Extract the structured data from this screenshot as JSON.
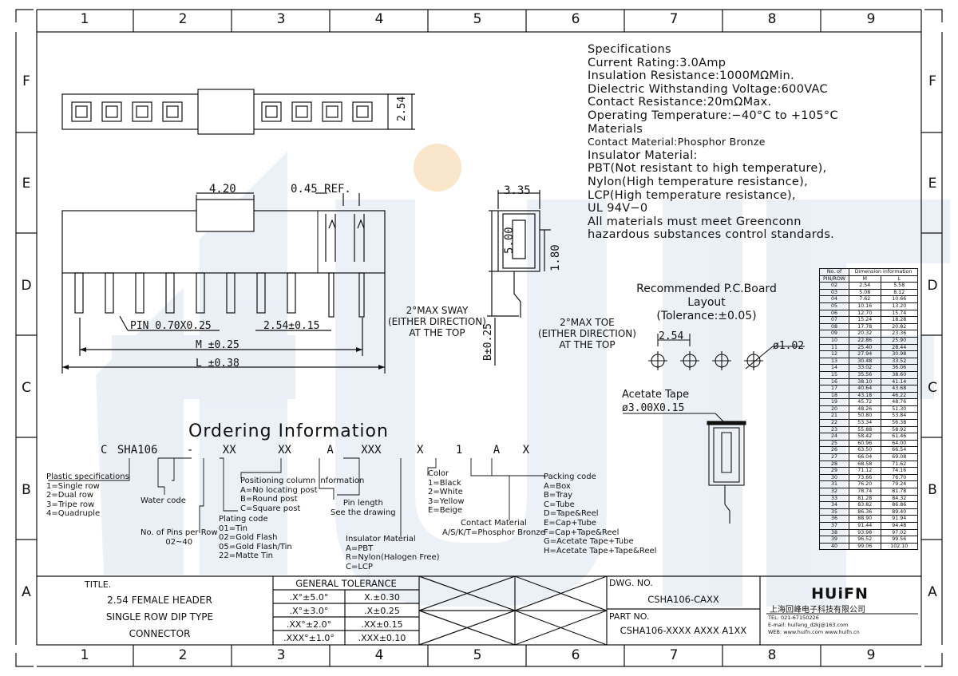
{
  "grid": {
    "columns": [
      "1",
      "2",
      "3",
      "4",
      "5",
      "6",
      "7",
      "8",
      "9"
    ],
    "rows": [
      "F",
      "E",
      "D",
      "C",
      "B",
      "A"
    ]
  },
  "watermark": "HUIFN",
  "specifications": [
    "Specifications",
    "Current Rating:3.0Amp",
    "Insulation Resistance:1000MΩMin.",
    "Dielectric Withstanding Voltage:600VAC",
    "Contact Resistance:20mΩMax.",
    "Operating Temperature:−40°C to +105°C",
    "Materials",
    "Contact Material:Phosphor Bronze",
    "Insulator Material:",
    "PBT(Not resistant to high temperature),",
    "Nylon(High temperature resistance),",
    "LCP(High temperature resistance),",
    "UL 94V−0",
    "All materials must meet Greenconn",
    "hazardous substances control standards."
  ],
  "dims": {
    "top_height": "2.54",
    "width_420": "4.20",
    "ref_045": "0.45 REF.",
    "side_335": "3.35",
    "side_500": "5.00",
    "side_180": "1.80",
    "pin": "PIN 0.70X0.25",
    "pitch": "2.54±0.15",
    "m": "M ±0.25",
    "l": "L ±0.38",
    "b": "B±0.25",
    "sway": [
      "2°MAX SWAY",
      "(EITHER DIRECTION)",
      "AT THE TOP"
    ],
    "toe": [
      "2°MAX TOE",
      "(EITHER DIRECTION)",
      "AT THE TOP"
    ]
  },
  "pcb": {
    "title": [
      "Recommended P.C.Board",
      "Layout",
      "(Tolerance:±0.05)"
    ],
    "pitch": "2.54",
    "hole": "ø1.02"
  },
  "acetate": {
    "title": "Acetate Tape",
    "size": "ø3.00X0.15"
  },
  "ordering": {
    "title": "Ordering Information",
    "code": [
      "C",
      "SHA106",
      "-",
      "XX",
      "XX",
      "A",
      "XXX",
      "X",
      "1",
      "A",
      "X"
    ],
    "plastic": [
      "Plastic specifications",
      "1=Single row",
      "2=Dual row",
      "3=Tripe row",
      "4=Quadruple"
    ],
    "water": "Water code",
    "pins": [
      "No. of Pins per Row",
      "02~40"
    ],
    "positioning": [
      "Positioning column information",
      "A=No locating post",
      "B=Round post",
      "C=Square post"
    ],
    "plating": [
      "Plating code",
      "01=Tin",
      "02=Gold Flash",
      "05=Gold Flash/Tin",
      "22=Matte Tin"
    ],
    "pinlength": [
      "Pin length",
      "See the drawing"
    ],
    "insulator": [
      "Insulator Material",
      "A=PBT",
      "R=Nylon(Halogen Free)",
      "C=LCP"
    ],
    "color": [
      "Color",
      "1=Black",
      "2=White",
      "3=Yellow",
      "E=Beige"
    ],
    "contact": [
      "Contact Material",
      "A/S/K/T=Phosphor Bronze"
    ],
    "packing": [
      "Packing code",
      "A=Box",
      "B=Tray",
      "C=Tube",
      "D=Tape&Reel",
      "E=Cap+Tube",
      "F=Cap+Tape&Reel",
      "G=Acetate Tape+Tube",
      "H=Acetate Tape+Tape&Reel"
    ]
  },
  "dim_table": {
    "header1": [
      "No. of",
      "Dimension information"
    ],
    "header2": [
      "PIN/ROW",
      "M",
      "L"
    ],
    "rows": [
      [
        "02",
        "2.54",
        "5.58"
      ],
      [
        "03",
        "5.08",
        "8.12"
      ],
      [
        "04",
        "7.62",
        "10.66"
      ],
      [
        "05",
        "10.16",
        "13.20"
      ],
      [
        "06",
        "12.70",
        "15.74"
      ],
      [
        "07",
        "15.24",
        "18.28"
      ],
      [
        "08",
        "17.78",
        "20.82"
      ],
      [
        "09",
        "20.32",
        "23.36"
      ],
      [
        "10",
        "22.86",
        "25.90"
      ],
      [
        "11",
        "25.40",
        "28.44"
      ],
      [
        "12",
        "27.94",
        "30.98"
      ],
      [
        "13",
        "30.48",
        "33.52"
      ],
      [
        "14",
        "33.02",
        "36.06"
      ],
      [
        "15",
        "35.56",
        "38.60"
      ],
      [
        "16",
        "38.10",
        "41.14"
      ],
      [
        "17",
        "40.64",
        "43.68"
      ],
      [
        "18",
        "43.18",
        "46.22"
      ],
      [
        "19",
        "45.72",
        "48.76"
      ],
      [
        "20",
        "48.26",
        "51.30"
      ],
      [
        "21",
        "50.80",
        "53.84"
      ],
      [
        "22",
        "53.34",
        "56.38"
      ],
      [
        "23",
        "55.88",
        "58.92"
      ],
      [
        "24",
        "58.42",
        "61.46"
      ],
      [
        "25",
        "60.96",
        "64.00"
      ],
      [
        "26",
        "63.50",
        "66.54"
      ],
      [
        "27",
        "66.04",
        "69.08"
      ],
      [
        "28",
        "68.58",
        "71.62"
      ],
      [
        "29",
        "71.12",
        "74.16"
      ],
      [
        "30",
        "73.66",
        "76.70"
      ],
      [
        "31",
        "76.20",
        "79.24"
      ],
      [
        "32",
        "78.74",
        "81.78"
      ],
      [
        "33",
        "81.28",
        "84.32"
      ],
      [
        "34",
        "83.82",
        "86.86"
      ],
      [
        "35",
        "86.36",
        "89.40"
      ],
      [
        "36",
        "88.90",
        "91.94"
      ],
      [
        "37",
        "91.44",
        "94.48"
      ],
      [
        "38",
        "93.98",
        "97.02"
      ],
      [
        "39",
        "96.52",
        "99.56"
      ],
      [
        "40",
        "99.06",
        "102.10"
      ]
    ]
  },
  "titleblock": {
    "title_label": "TITLE.",
    "title": [
      "2.54 FEMALE HEADER",
      "SINGLE ROW DIP TYPE",
      "CONNECTOR"
    ],
    "tolerance_header": "GENERAL TOLERANCE",
    "tolerance": [
      [
        ".X°±5.0°",
        "X.±0.30"
      ],
      [
        ".X°±3.0°",
        ".X±0.25"
      ],
      [
        ".XX°±2.0°",
        ".XX±0.15"
      ],
      [
        ".XXX°±1.0°",
        ".XXX±0.10"
      ]
    ],
    "dwg_label": "DWG. NO.",
    "dwg_no": "CSHA106-CAXX",
    "part_label": "PART NO.",
    "part_no": "CSHA106-XXXX AXXX A1XX",
    "logo": "HUiFN",
    "company": "上海回峰电子科技有限公司",
    "tel": "TEL: 021-67150226",
    "email": "E-mail: huifeng_dzkj@163.com",
    "web": "WEB: www.huifn.com  www.huifn.cn"
  }
}
